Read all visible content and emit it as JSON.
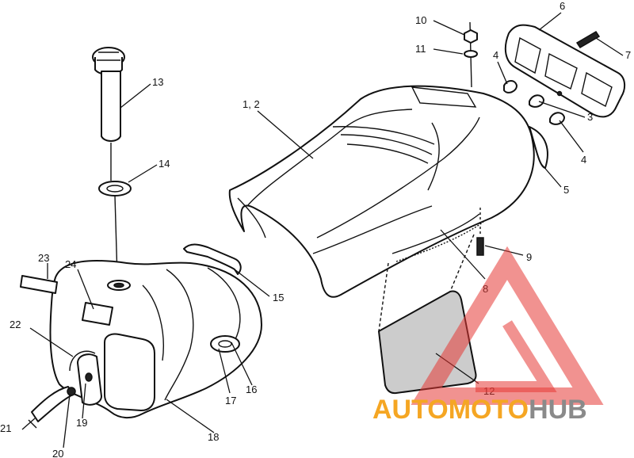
{
  "callouts": {
    "c1_2": "1, 2",
    "c3": "3",
    "c4a": "4",
    "c4b": "4",
    "c5": "5",
    "c6": "6",
    "c7": "7",
    "c8": "8",
    "c9": "9",
    "c10": "10",
    "c11": "11",
    "c12": "12",
    "c13": "13",
    "c14": "14",
    "c15": "15",
    "c16": "16",
    "c17": "17",
    "c18": "18",
    "c19": "19",
    "c20": "20",
    "c21": "21",
    "c22": "22",
    "c23": "23",
    "c24": "24"
  },
  "watermark": {
    "part1": "AUTOMOTO",
    "part2": "HUB",
    "color_primary": "#f5a623",
    "color_secondary": "#8a8a8a",
    "color_triangle": "#e53935"
  }
}
